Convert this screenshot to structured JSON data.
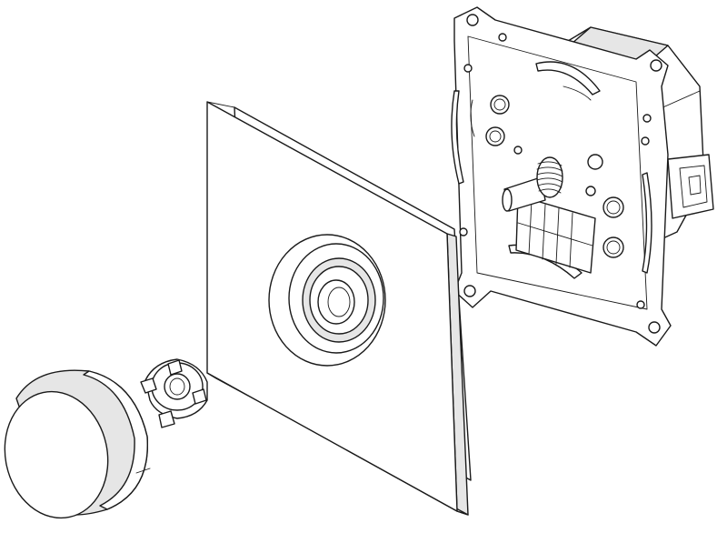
{
  "figure": {
    "subject": "exploded-view-rotary-dimmer",
    "parts": [
      {
        "id": "knob",
        "icon": "rotary-knob-icon"
      },
      {
        "id": "adapter",
        "icon": "shaft-adapter-icon"
      },
      {
        "id": "cover-plate",
        "icon": "cover-plate-icon"
      },
      {
        "id": "dimmer-insert",
        "icon": "dimmer-insert-icon"
      }
    ],
    "colors": {
      "line": "#1a1a1a",
      "background": "#ffffff",
      "shade": "#e6e6e6"
    }
  }
}
